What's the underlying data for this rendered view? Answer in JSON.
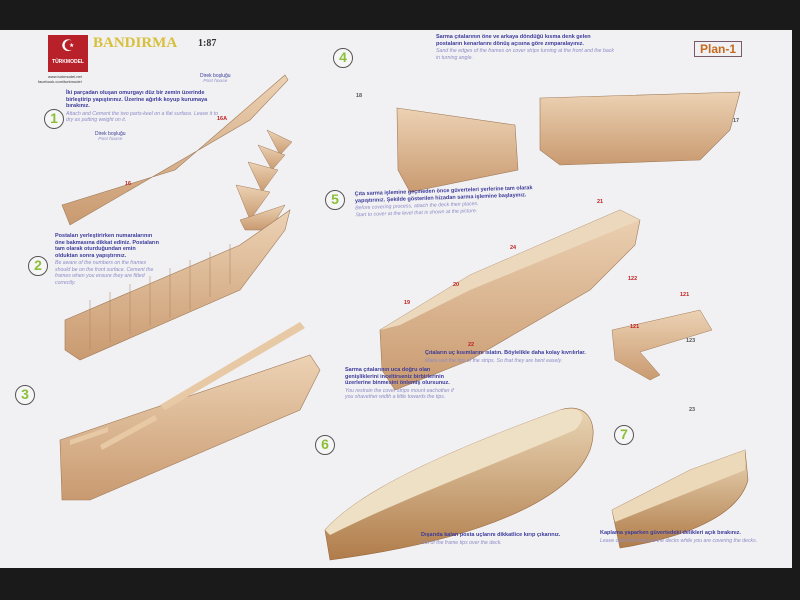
{
  "header": {
    "brand": "TÜRKMODEL",
    "website": "www.turkmodel.net",
    "facebook": "facebook.com/turkmodel",
    "title": "BANDIRMA",
    "scale": "1:87",
    "plan": "Plan-1"
  },
  "steps": [
    {
      "num": "1",
      "tr": "İki parçadan oluşan omurgayı düz bir zemin üzerinde birleştirip yapıştırınız. Üzerine ağırlık koyup kurumaya bırakınız.",
      "en": "Attach and Cement the two parts-keel on a flat surface. Leave it to dry as putting weight on it."
    },
    {
      "num": "2",
      "tr": "Postaları yerleştirirken numaralarının öne bakmasına dikkat ediniz. Postaların tam olarak oturduğundan emin olduktan sonra yapıştırınız.",
      "en": "Be aware of the numbers on the frames should be on the front surface. Cement the frames when you ensure they are fitted correctly."
    },
    {
      "num": "3",
      "tr": "",
      "en": ""
    },
    {
      "num": "4",
      "tr": "Sarma çıtalarının öne ve arkaya döndüğü kısma denk gelen postaların kenarlarını dönüş açısına göre zımparalayınız.",
      "en": "Sand the edges of the frames on cover strips turning at the front and the back in turning angle."
    },
    {
      "num": "5",
      "tr": "Çıta sarma işlemine geçmeden önce güverteleri yerlerine tam olarak yapıştırınız. Şekilde gösterilen hizadan sarma işlemine başlayınız.",
      "en": "Before covering process, attach the deck their places. Start to cover at the level that is shown at the picture."
    },
    {
      "num": "6",
      "tr": "Dışarıda kalan posta uçlarını dikkatlice kırıp çıkarınız.",
      "en": "Cut of the frame tips over the deck."
    },
    {
      "num": "7",
      "tr": "Kaplama yaparken güvertedeki delikleri açık bırakınız.",
      "en": "Leave open the holes at the decks while you are covering the decks."
    }
  ],
  "notes": {
    "wet_tr": "Çıtaların uç kısımlarını ıslatın. Böylelikle daha kolay kıvrılırlar.",
    "wet_en": "Make wet the tips of the strips. So that they are bent easely.",
    "thin_tr": "Sarma çıtalarının uca doğru olan genişliklerini inceltirseniz birbirlerinin üzerlerine binmesini önlemiş olursunuz.",
    "thin_en": "You restrain the cover strips mount eachother if you shavether width a little towards the tips."
  },
  "labels": {
    "post_house_tr": "Direk boşluğu",
    "post_house_en": "Post house"
  },
  "parts": [
    "16A",
    "16",
    "18",
    "17",
    "21",
    "24",
    "20",
    "19",
    "22",
    "122",
    "121",
    "121",
    "123",
    "23"
  ]
}
